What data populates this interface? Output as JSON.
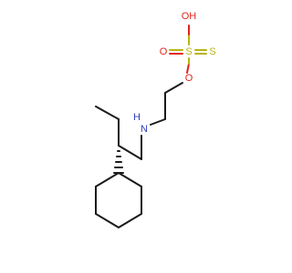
{
  "molecule": {
    "atoms": {
      "oh_label": "OH",
      "o_double_label": "O",
      "s_center_label": "S",
      "s_thione_label": "S",
      "o_ester_label": "O",
      "nh_label": "H",
      "n_label": "N"
    },
    "colors": {
      "carbon_bond": "#1a1a1a",
      "nitrogen": "#2d3db8",
      "oxygen": "#e0241b",
      "sulfur": "#b5b512"
    }
  }
}
